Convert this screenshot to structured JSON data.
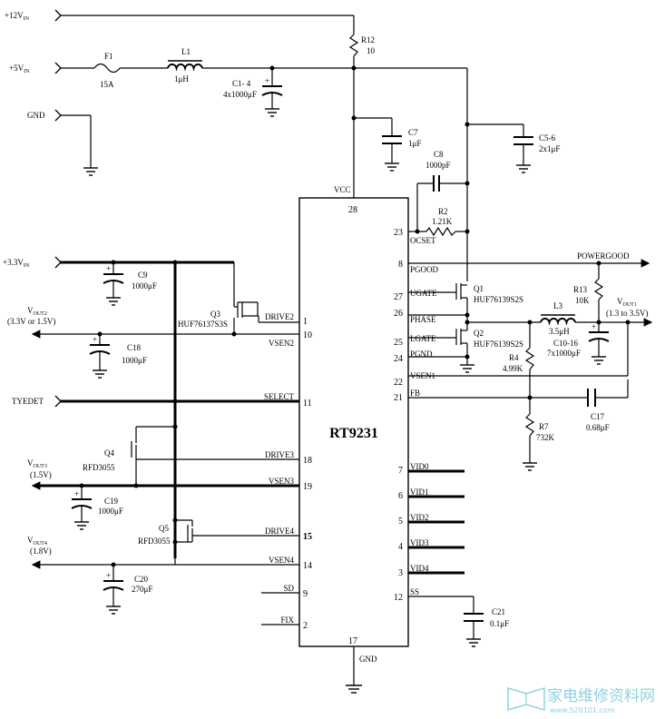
{
  "ic": {
    "name": "RT9231",
    "vcc": "VCC",
    "gnd": "GND",
    "pin_vcc": "28",
    "pin_gnd": "17"
  },
  "ports": {
    "v12": "+12V",
    "v12_sub": "IN",
    "v5": "+5V",
    "v5_sub": "IN",
    "gnd": "GND",
    "v33": "+3.3V",
    "v33_sub": "IN",
    "vout2": "V",
    "vout2_sub": "OUT2",
    "vout2_val": "(3.3V or 1.5V)",
    "tyedet": "TYEDET",
    "vout3": "V",
    "vout3_sub": "OUT3",
    "vout3_val": "(1.5V)",
    "vout4": "V",
    "vout4_sub": "OUT4",
    "vout4_val": "(1.8V)",
    "vout1": "V",
    "vout1_sub": "OUT1",
    "vout1_val": "(1.3 to 3.5V)",
    "powergood": "POWERGOOD"
  },
  "left_pins": [
    {
      "name": "DRIVE2",
      "num": "1"
    },
    {
      "name": "VSEN2",
      "num": "10"
    },
    {
      "name": "SELECT",
      "num": "11"
    },
    {
      "name": "DRIVE3",
      "num": "18"
    },
    {
      "name": "VSEN3",
      "num": "19"
    },
    {
      "name": "DRIVE4",
      "num": "15"
    },
    {
      "name": "VSEN4",
      "num": "14"
    },
    {
      "name": "SD",
      "num": "9"
    },
    {
      "name": "FIX",
      "num": "2"
    }
  ],
  "right_pins": [
    {
      "name": "OCSET",
      "num": "23"
    },
    {
      "name": "PGOOD",
      "num": "8"
    },
    {
      "name": "UGATE",
      "num": "27"
    },
    {
      "name": "PHASE",
      "num": "26"
    },
    {
      "name": "LGATE",
      "num": "25"
    },
    {
      "name": "PGND",
      "num": "24"
    },
    {
      "name": "VSEN1",
      "num": "22"
    },
    {
      "name": "FB",
      "num": "21"
    },
    {
      "name": "VID0",
      "num": "7"
    },
    {
      "name": "VID1",
      "num": "6"
    },
    {
      "name": "VID2",
      "num": "5"
    },
    {
      "name": "VID3",
      "num": "4"
    },
    {
      "name": "VID4",
      "num": "3"
    },
    {
      "name": "SS",
      "num": "12"
    }
  ],
  "components": {
    "r12": {
      "ref": "R12",
      "val": "10"
    },
    "f1": {
      "ref": "F1",
      "val": "15A"
    },
    "l1": {
      "ref": "L1",
      "val": "1μH"
    },
    "c1": {
      "ref": "C1- 4",
      "val": "4x1000μF"
    },
    "c7": {
      "ref": "C7",
      "val": "1μF"
    },
    "c56": {
      "ref": "C5-6",
      "val": "2x1μF"
    },
    "c8": {
      "ref": "C8",
      "val": "1000pF"
    },
    "r2": {
      "ref": "R2",
      "val": "1.21K"
    },
    "c9": {
      "ref": "C9",
      "val": "1000μF"
    },
    "q3": {
      "ref": "Q3",
      "val": "HUF76137S3S"
    },
    "c18": {
      "ref": "C18",
      "val": "1000μF"
    },
    "q1": {
      "ref": "Q1",
      "val": "HUF76139S2S"
    },
    "q2": {
      "ref": "Q2",
      "val": "HUF76139S2S"
    },
    "l3": {
      "ref": "L3",
      "val": "3.5μH"
    },
    "c1016": {
      "ref": "C10-16",
      "val": "7x1000μF"
    },
    "r13": {
      "ref": "R13",
      "val": "10K"
    },
    "r4": {
      "ref": "R4",
      "val": "4.99K"
    },
    "c17": {
      "ref": "C17",
      "val": "0.68μF"
    },
    "r7": {
      "ref": "R7",
      "val": "732K"
    },
    "q4": {
      "ref": "Q4",
      "val": "RFD3055"
    },
    "c19": {
      "ref": "C19",
      "val": "1000μF"
    },
    "q5": {
      "ref": "Q5",
      "val": "RFD3055"
    },
    "c20": {
      "ref": "C20",
      "val": "270μF"
    },
    "c21": {
      "ref": "C21",
      "val": "0.1μF"
    }
  },
  "watermark": {
    "main": "家电维修资料网",
    "url": "www.520101.com"
  }
}
